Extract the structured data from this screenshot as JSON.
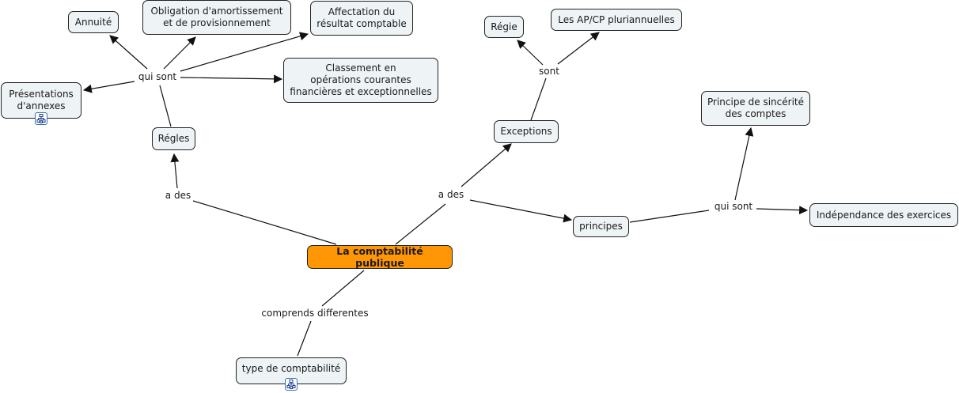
{
  "map": {
    "title": "La comptabilité publique",
    "colors": {
      "root_fill": "#ff9606",
      "node_fill": "#eef3f6",
      "stroke": "#222222",
      "submap_icon": "#3a6fb0"
    },
    "nodes": {
      "root": {
        "text": "La comptabilité publique"
      },
      "regles": {
        "text": "Régles"
      },
      "annuite": {
        "text": "Annuité"
      },
      "obligation": {
        "text": "Obligation d'amortissement\net de provisionnement"
      },
      "affectation": {
        "text": "Affectation du\nrésultat comptable"
      },
      "classement": {
        "text": "Classement en\nopérations courantes\nfinancières et exceptionnelles"
      },
      "presentations": {
        "text": "Présentations\nd'annexes",
        "icon": "submap-icon"
      },
      "exceptions": {
        "text": "Exceptions"
      },
      "regie": {
        "text": "Régie"
      },
      "apcp": {
        "text": "Les AP/CP pluriannuelles"
      },
      "principes": {
        "text": "principes"
      },
      "sincerite": {
        "text": "Principe de sincérité\ndes comptes"
      },
      "independance": {
        "text": "Indépendance des exercices"
      },
      "type": {
        "text": "type de comptabilité",
        "icon": "submap-icon"
      }
    },
    "link_labels": {
      "a_des_left": "a des",
      "qui_sont_left": "qui sont",
      "a_des_right": "a des",
      "sont": "sont",
      "qui_sont_right": "qui sont",
      "comprends": "comprends differentes"
    },
    "connections": [
      {
        "from": "root",
        "via": "a_des_left",
        "to": [
          "regles"
        ]
      },
      {
        "from": "regles",
        "via": "qui_sont_left",
        "to": [
          "annuite",
          "obligation",
          "affectation",
          "classement",
          "presentations"
        ]
      },
      {
        "from": "root",
        "via": "a_des_right",
        "to": [
          "exceptions",
          "principes"
        ]
      },
      {
        "from": "exceptions",
        "via": "sont",
        "to": [
          "regie",
          "apcp"
        ]
      },
      {
        "from": "principes",
        "via": "qui_sont_right",
        "to": [
          "sincerite",
          "independance"
        ]
      },
      {
        "from": "root",
        "via": "comprends",
        "to": [
          "type"
        ]
      }
    ]
  }
}
